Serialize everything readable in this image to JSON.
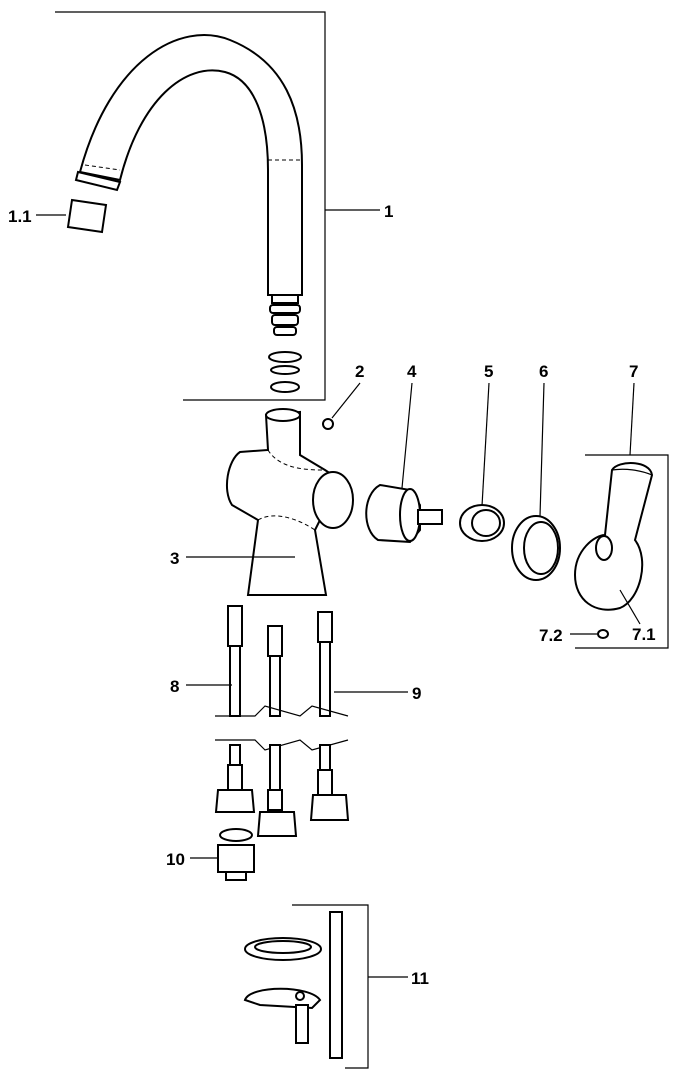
{
  "title": "Exploded parts diagram — single-lever basin mixer",
  "labels": {
    "p1_1": "1.1",
    "p1": "1",
    "p2": "2",
    "p3": "3",
    "p4": "4",
    "p5": "5",
    "p6": "6",
    "p7": "7",
    "p7_1": "7.1",
    "p7_2": "7.2",
    "p8": "8",
    "p9": "9",
    "p10": "10",
    "p11": "11"
  }
}
